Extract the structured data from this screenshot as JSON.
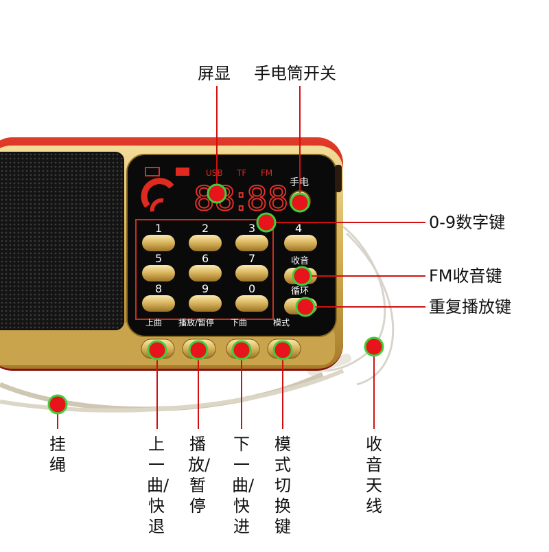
{
  "device": {
    "screen_indicators": {
      "usb": "USB",
      "tf": "TF",
      "fm": "FM"
    },
    "clock": "88:88",
    "torch_label": "手电",
    "keys": {
      "k1": "1",
      "k2": "2",
      "k3": "3",
      "k4": "4",
      "k5": "5",
      "k6": "6",
      "k7": "7",
      "k8": "8",
      "k9": "9",
      "k0": "0"
    },
    "side_labels": {
      "fm": "收音",
      "repeat": "循环",
      "mode": "模式"
    },
    "bottom_labels": {
      "prev": "上曲",
      "play": "播放/暂停",
      "next": "下曲"
    }
  },
  "callouts": {
    "screen": "屏显",
    "torch_switch": "手电筒开关",
    "digit_keys": "0-9数字键",
    "fm_key": "FM收音键",
    "repeat_key": "重复播放键",
    "lanyard": "挂绳",
    "prev_fast": "上一曲/快退",
    "play_pause": "播放/暂停",
    "next_fast": "下一曲/快进",
    "mode_switch": "模式切换键",
    "antenna": "收音天线"
  },
  "colors": {
    "marker_fill": "#e8141b",
    "marker_ring": "#3fcf3a",
    "leader_line": "#d01010",
    "gold": "#d9b75a",
    "speaker": "#1b1b1b",
    "screen_bg": "#0a0a0a"
  }
}
